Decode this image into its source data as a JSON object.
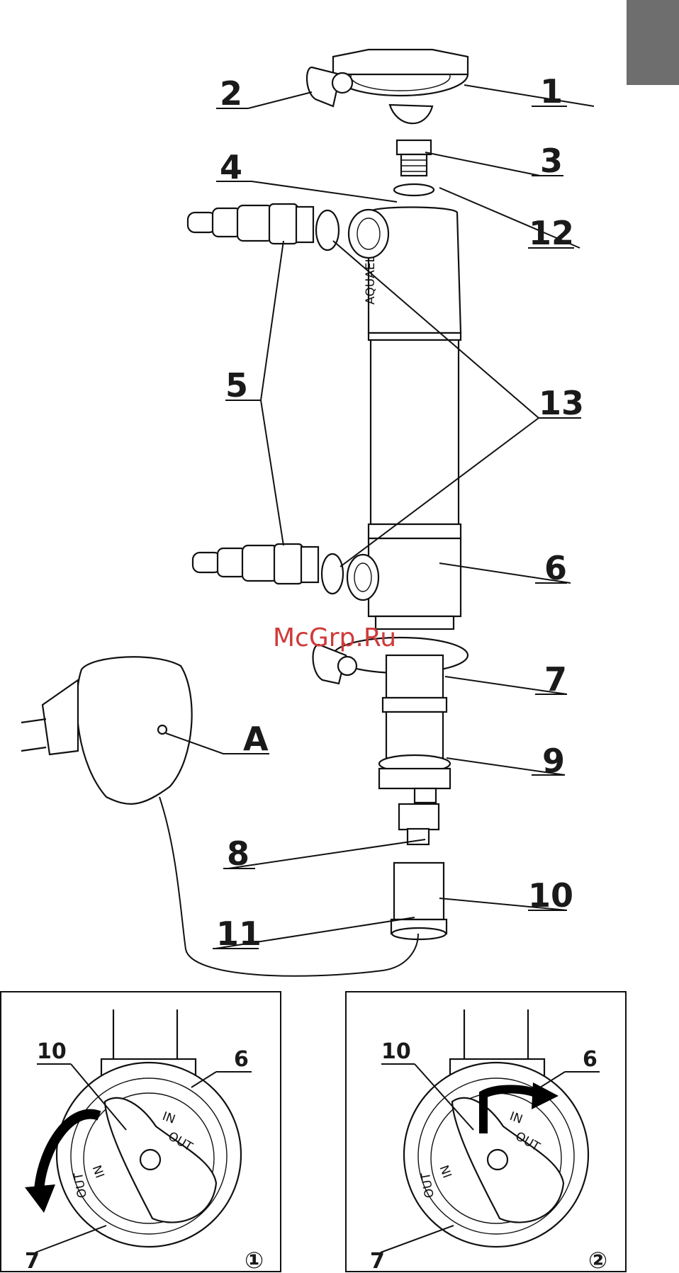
{
  "watermark": "McGrp.Ru",
  "callouts": {
    "c1": "1",
    "c2": "2",
    "c3": "3",
    "c4": "4",
    "c5": "5",
    "c6": "6",
    "c7": "7",
    "c8": "8",
    "c9": "9",
    "c10": "10",
    "c11": "11",
    "c12": "12",
    "c13": "13",
    "cA": "A"
  },
  "brand_on_body": "AQUAEL",
  "detail_1": {
    "index": "①",
    "label_10": "10",
    "label_6": "6",
    "label_7": "7",
    "ring_in": "IN",
    "ring_out": "OUT",
    "ring_out2": "OUT",
    "ring_in2": "IN"
  },
  "detail_2": {
    "index": "②",
    "label_10": "10",
    "label_6": "6",
    "label_7": "7",
    "ring_in": "IN",
    "ring_out": "OUT",
    "ring_out2": "OUT",
    "ring_in2": "IN"
  },
  "colors": {
    "ink": "#111111",
    "corner_tab": "#6e6e6e",
    "watermark": "#d03a3a"
  }
}
